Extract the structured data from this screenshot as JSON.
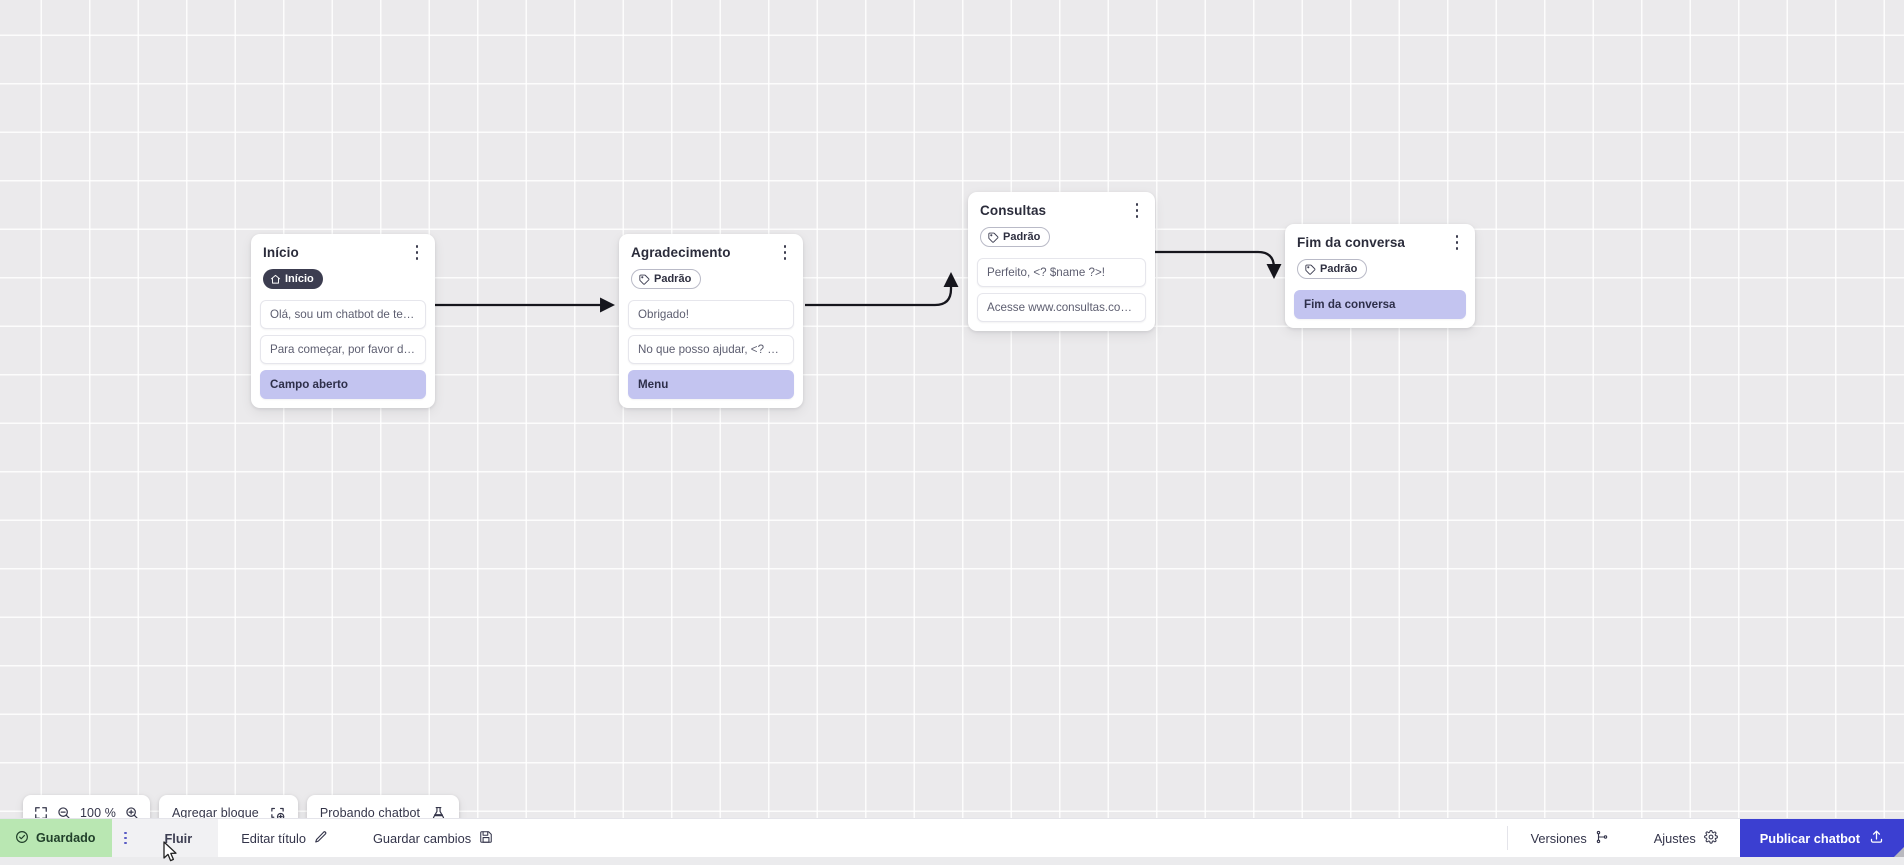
{
  "canvas": {
    "grid": true,
    "background_color": "#ebeaec"
  },
  "nodes": [
    {
      "id": "inicio",
      "title": "Início",
      "badge": {
        "label": "Início",
        "style": "dark",
        "icon": "home-icon"
      },
      "messages": [
        {
          "text": "Olá, sou um chatbot de teste!",
          "accent": false
        },
        {
          "text": "Para começar, por favor digite o ...",
          "accent": false
        },
        {
          "text": "Campo aberto",
          "accent": true
        }
      ]
    },
    {
      "id": "agradecimento",
      "title": "Agradecimento",
      "badge": {
        "label": "Padrão",
        "style": "outline",
        "icon": "tag-icon"
      },
      "messages": [
        {
          "text": "Obrigado!",
          "accent": false
        },
        {
          "text": "No que posso ajudar, <? $name ...",
          "accent": false
        },
        {
          "text": "Menu",
          "accent": true
        }
      ]
    },
    {
      "id": "consultas",
      "title": "Consultas",
      "badge": {
        "label": "Padrão",
        "style": "outline",
        "icon": "tag-icon"
      },
      "messages": [
        {
          "text": "Perfeito, <? $name ?>!",
          "accent": false
        },
        {
          "text": "Acesse www.consultas.com par...",
          "accent": false
        }
      ]
    },
    {
      "id": "fim",
      "title": "Fim da conversa",
      "badge": {
        "label": "Padrão",
        "style": "outline",
        "icon": "tag-icon"
      },
      "messages": [
        {
          "text": "Fim da conversa",
          "accent": true
        }
      ]
    }
  ],
  "toolbar": {
    "fit_icon": "fit-screen-icon",
    "zoom_out_icon": "zoom-out-icon",
    "zoom_level": "100 %",
    "zoom_in_icon": "zoom-in-icon",
    "add_block_label": "Agregar bloque",
    "add_block_icon": "add-block-icon",
    "test_chatbot_label": "Probando chatbot",
    "test_chatbot_icon": "flask-icon"
  },
  "statusbar": {
    "saved_label": "Guardado",
    "saved_icon": "check-circle-icon",
    "saved_bg": "#b9e7b2",
    "menu_icon": "vertical-dots-icon",
    "active_tab": "Fluir",
    "edit_title_label": "Editar título",
    "edit_title_icon": "pencil-icon",
    "save_changes_label": "Guardar cambios",
    "save_changes_icon": "save-disk-icon",
    "versions_label": "Versiones",
    "versions_icon": "branch-icon",
    "settings_label": "Ajustes",
    "settings_icon": "gear-icon",
    "publish_label": "Publicar chatbot",
    "publish_icon": "upload-icon",
    "publish_bg": "#3b3fd1"
  },
  "colors": {
    "accent_block": "#c3c4f0",
    "node_title": "#2b2c3b",
    "edge": "#16161d"
  }
}
